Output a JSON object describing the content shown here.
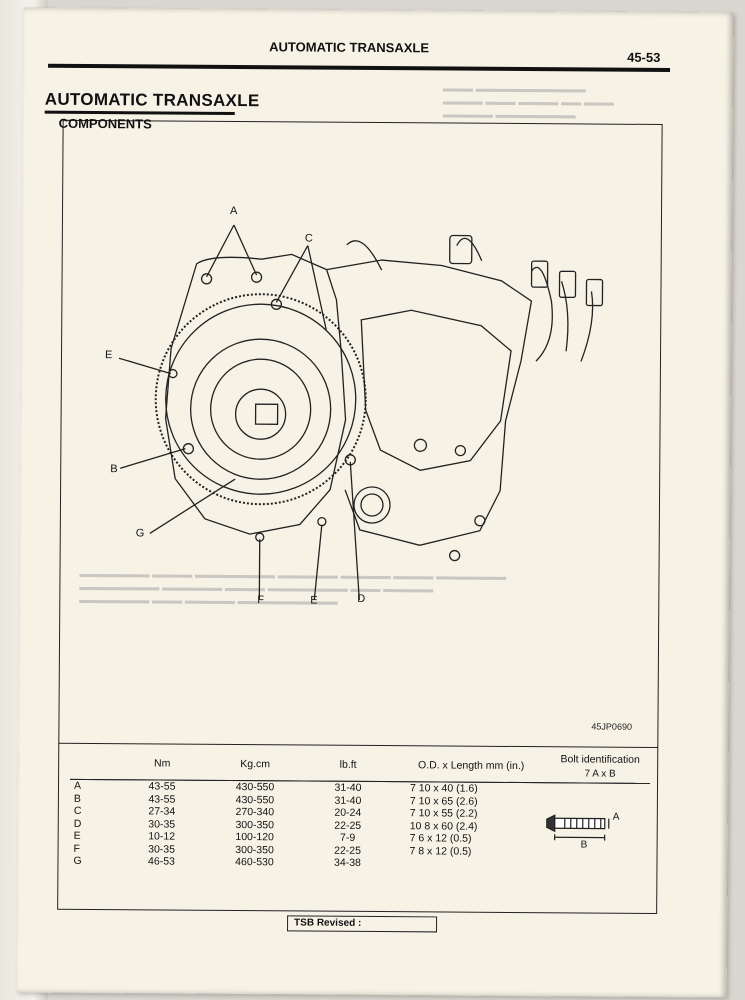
{
  "header": {
    "title": "AUTOMATIC TRANSAXLE",
    "page_number": "45-53"
  },
  "section": {
    "title": "AUTOMATIC  TRANSAXLE",
    "subtitle": "COMPONENTS"
  },
  "diagram": {
    "callouts": [
      "A",
      "C",
      "E",
      "B",
      "G",
      "F",
      "E",
      "D"
    ],
    "reference_code": "45JP0690"
  },
  "torque_table": {
    "headers": [
      "",
      "Nm",
      "Kg.cm",
      "lb.ft",
      "O.D. x Length mm (in.)",
      "Bolt identification"
    ],
    "bolt_id_format": "7  A x B",
    "rows": [
      {
        "letter": "A",
        "nm": "43-55",
        "kgcm": "430-550",
        "lbft": "31-40",
        "od": "7   10 x 40 (1.6)"
      },
      {
        "letter": "B",
        "nm": "43-55",
        "kgcm": "430-550",
        "lbft": "31-40",
        "od": "7   10 x 65 (2.6)"
      },
      {
        "letter": "C",
        "nm": "27-34",
        "kgcm": "270-340",
        "lbft": "20-24",
        "od": "7   10 x 55 (2.2)"
      },
      {
        "letter": "D",
        "nm": "30-35",
        "kgcm": "300-350",
        "lbft": "22-25",
        "od": "10   8 x 60 (2.4)"
      },
      {
        "letter": "E",
        "nm": "10-12",
        "kgcm": "100-120",
        "lbft": "7-9",
        "od": "7   6 x 12 (0.5)"
      },
      {
        "letter": "F",
        "nm": "30-35",
        "kgcm": "300-350",
        "lbft": "22-25",
        "od": "7   8 x 12 (0.5)"
      },
      {
        "letter": "G",
        "nm": "46-53",
        "kgcm": "460-530",
        "lbft": "34-38",
        "od": ""
      }
    ],
    "bolt_labels": {
      "a": "A",
      "b": "B"
    }
  },
  "footer": {
    "tsb_label": "TSB Revised :"
  }
}
